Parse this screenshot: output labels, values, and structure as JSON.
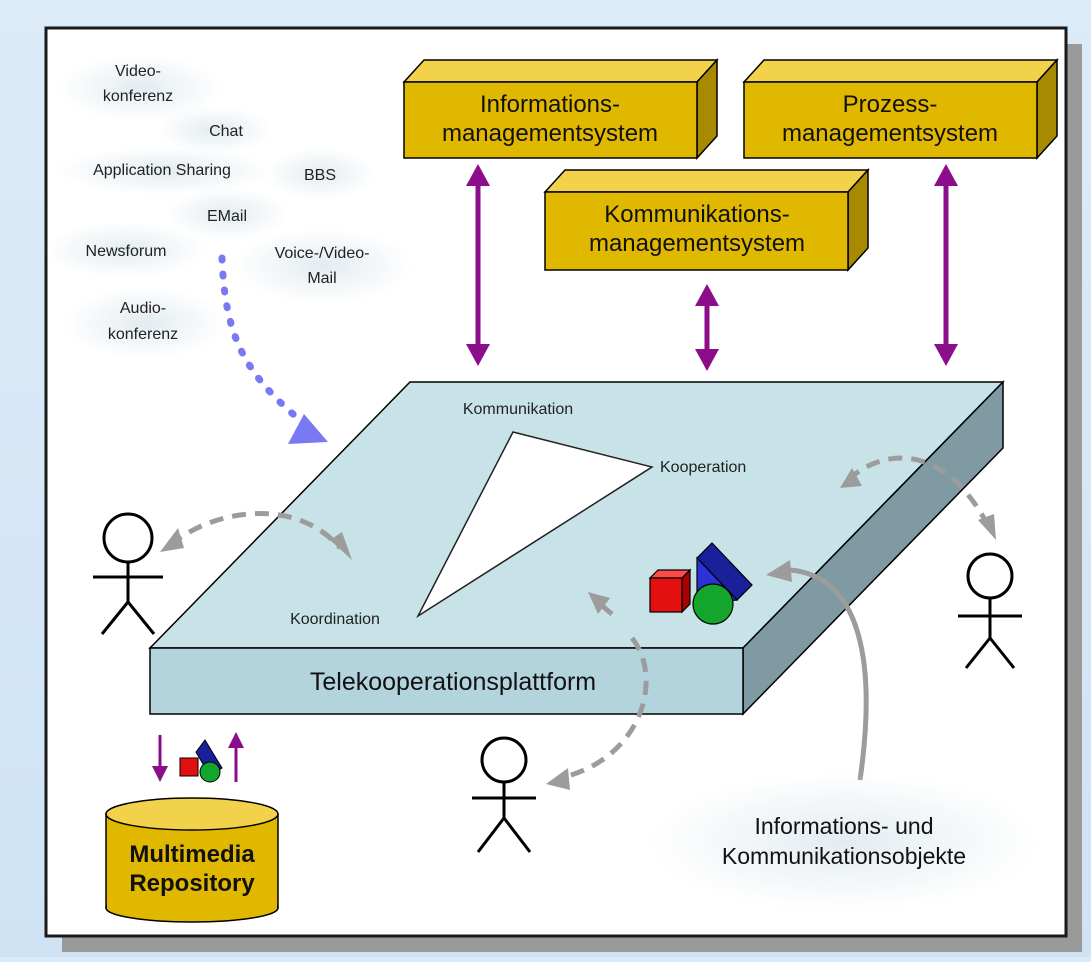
{
  "services": {
    "videokonferenz": [
      "Video-",
      "konferenz"
    ],
    "chat": "Chat",
    "application_sharing": "Application Sharing",
    "bbs": "BBS",
    "email": "EMail",
    "newsforum": "Newsforum",
    "voice_video_mail": [
      "Voice-/Video-",
      "Mail"
    ],
    "audiokonferenz": [
      "Audio-",
      "konferenz"
    ]
  },
  "systems": {
    "informations": [
      "Informations-",
      "managementsystem"
    ],
    "prozess": [
      "Prozess-",
      "managementsystem"
    ],
    "kommunikations": [
      "Kommunikations-",
      "managementsystem"
    ]
  },
  "platform": {
    "label": "Telekooperationsplattform",
    "triangle": {
      "kommunikation": "Kommunikation",
      "kooperation": "Kooperation",
      "koordination": "Koordination"
    }
  },
  "repository": [
    "Multimedia",
    "Repository"
  ],
  "objects_label": [
    "Informations- und",
    "Kommunikationsobjekte"
  ],
  "colors": {
    "box": "#e0b800",
    "box_top": "#f2d24a",
    "box_side": "#a78a00",
    "platform_top": "#c8e3e8",
    "platform_front": "#b3d4dc",
    "platform_side": "#7f9aa3",
    "arrow_purple": "#8b0d8b",
    "dashed_gray": "#9c9c9c",
    "dotted_blue": "#7a78f2",
    "cloud": "#dfe9ee"
  }
}
